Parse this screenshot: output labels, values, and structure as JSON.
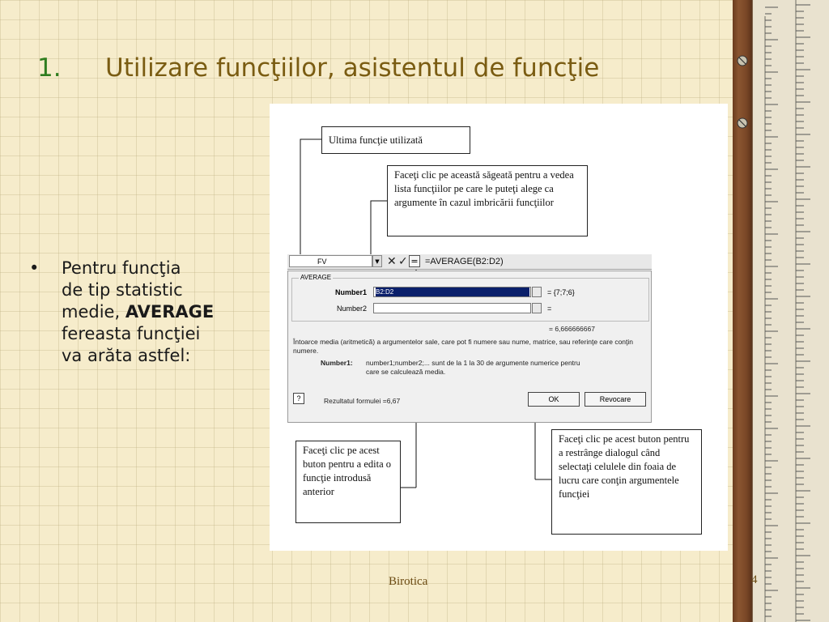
{
  "slide": {
    "title_number": "1.",
    "title": "Utilizare funcţiilor, asistentul de funcţie",
    "bullet": {
      "line1": "Pentru funcţia",
      "line2": "de tip statistic",
      "line3_pre": "medie, ",
      "line3_bold": "AVERAGE",
      "line4": "fereasta funcţiei",
      "line5": "va arăta astfel:"
    },
    "footer": "Birotica",
    "page_number": "4"
  },
  "figure": {
    "callouts": {
      "last_function": "Ultima funcţie utilizată",
      "arrow_list": "Faceţi clic pe această săgeată pentru a vedea lista funcţiilor pe care le puteţi alege ca argumente în cazul imbricării funcţiilor",
      "edit_button": "Faceţi clic pe acest buton pentru a edita o funcţie introdusă anterior",
      "collapse_button": "Faceţi clic pe acest buton pentru a restrânge dialogul când selectaţi celulele din foaia de lucru care conţin argumentele funcţiei"
    },
    "dialog": {
      "function_box": "FV",
      "cancel_symbol": "✕",
      "enter_symbol": "✓",
      "equals_button": "=",
      "formula": "=AVERAGE(B2:D2)",
      "group_label": "AVERAGE",
      "number1_label": "Number1",
      "number1_value": "B2:D2",
      "number1_result": "= {7;7;6}",
      "number2_label": "Number2",
      "number2_result": "=",
      "total_result": "= 6,666666667",
      "description": "Întoarce media (aritmetică) a argumentelor sale, care pot fi numere sau nume, matrice, sau referinţe care conţin numere.",
      "arg_name": "Number1:",
      "arg_desc_line1": "number1;number2;... sunt de la 1 la 30 de argumente numerice pentru",
      "arg_desc_line2": "care se calculează media.",
      "help_symbol": "?",
      "formula_result": "Rezultatul formulei =6,67",
      "ok_label": "OK",
      "cancel_label": "Revocare"
    }
  }
}
